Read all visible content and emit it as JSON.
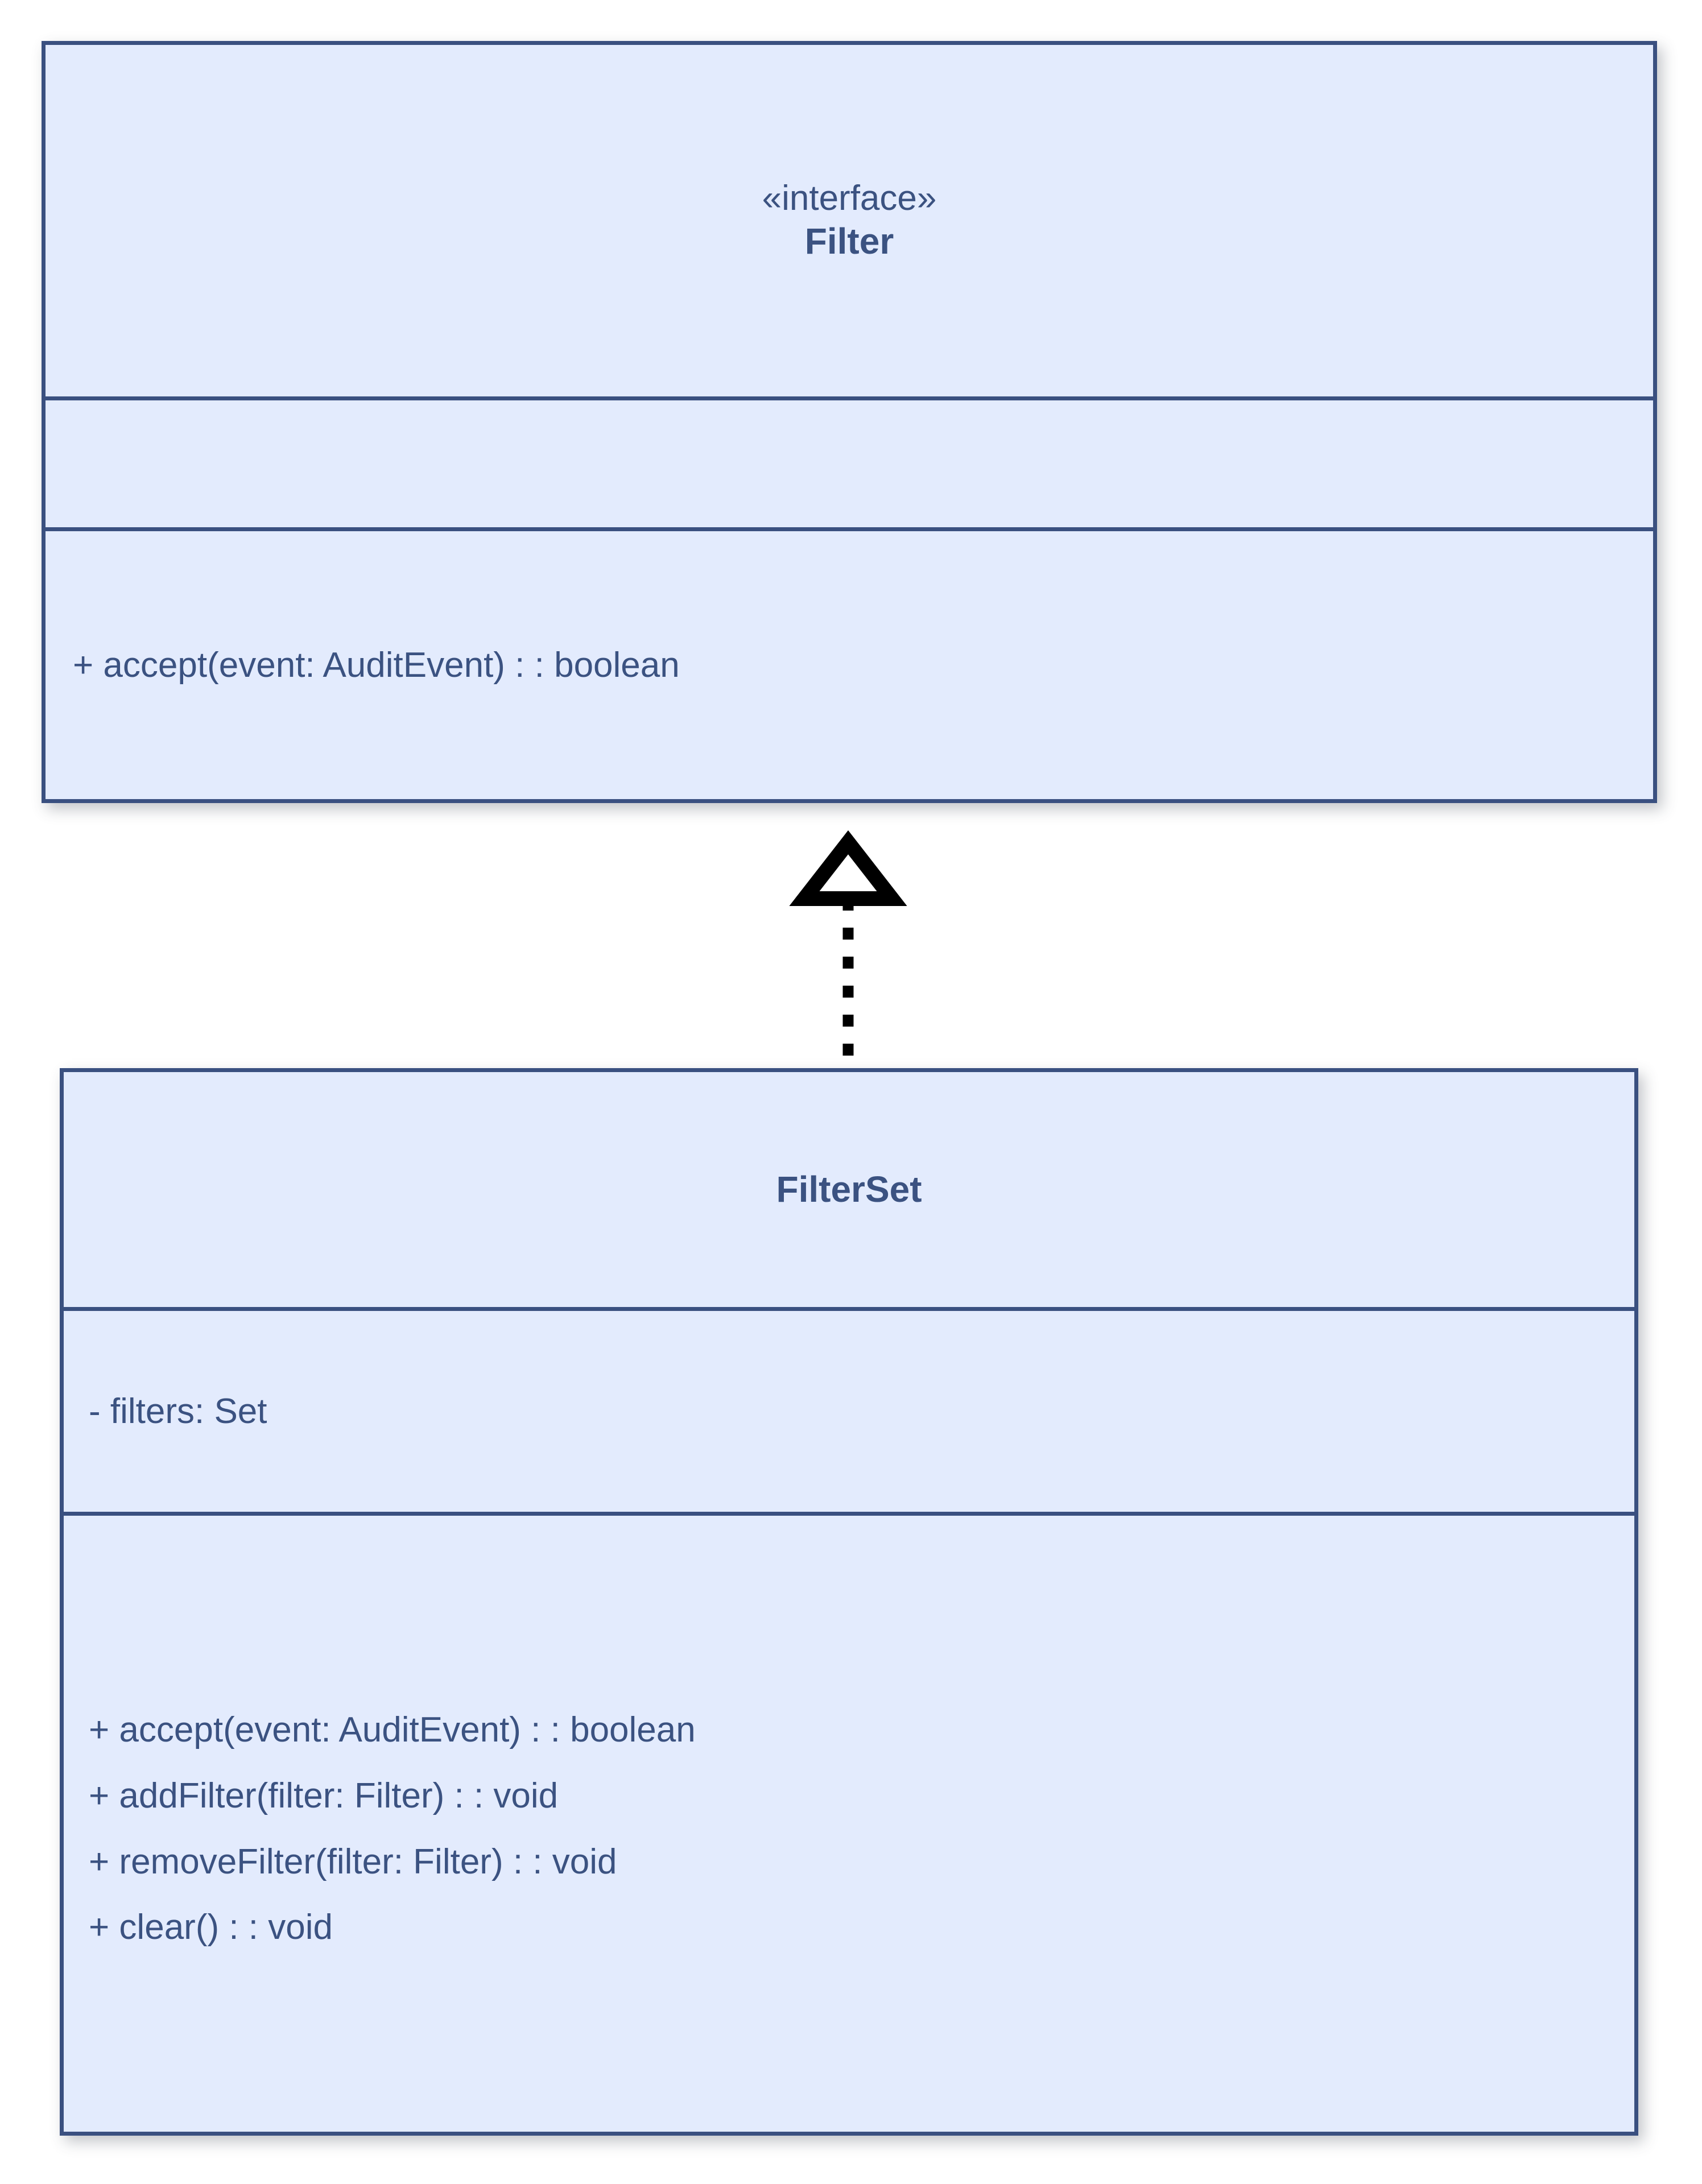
{
  "diagram": {
    "kind": "uml-class-diagram",
    "background_color": "#ffffff",
    "class_fill_color": "#e3ebfd",
    "class_border_color": "#3a5080",
    "text_color": "#3b5281",
    "connector_color": "#000000"
  },
  "classes": [
    {
      "id": "filter",
      "stereotype": "«interface»",
      "name": "Filter",
      "attributes": [],
      "operations": [
        "+ accept(event: AuditEvent) : : boolean"
      ]
    },
    {
      "id": "filterset",
      "stereotype": "",
      "name": "FilterSet",
      "attributes": [
        "- filters: Set"
      ],
      "operations": [
        "+ accept(event: AuditEvent) : : boolean",
        "+ addFilter(filter: Filter) : : void",
        "+ removeFilter(filter: Filter) : : void",
        "+ clear() : : void"
      ]
    }
  ],
  "relationships": [
    {
      "id": "filterset-realizes-filter",
      "type": "realization",
      "source": "FilterSet",
      "target": "Filter",
      "line_style": "dotted",
      "arrowhead": "hollow-triangle"
    }
  ]
}
